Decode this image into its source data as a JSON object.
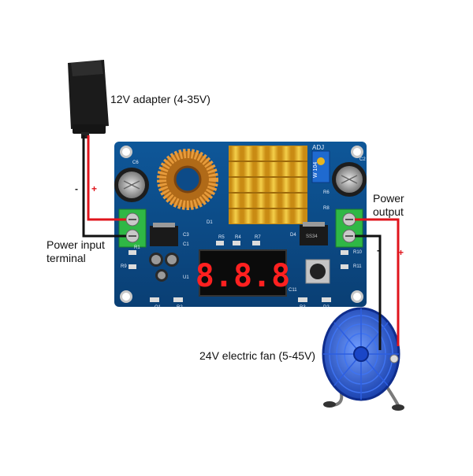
{
  "labels": {
    "adapter": "12V adapter (4-35V)",
    "input_line1": "Power input",
    "input_line2": "terminal",
    "output_line1": "Power",
    "output_line2": "output",
    "fan": "24V electric fan (5-45V)"
  },
  "polarity": {
    "input_minus": "-",
    "input_plus": "+",
    "output_minus": "-",
    "output_plus": "+"
  },
  "board_text": {
    "adj": "ADJ",
    "pot_code": "W 104",
    "c6": "C6",
    "c2": "C2",
    "d1": "D1",
    "d4": "D4",
    "c1": "C1",
    "c3": "C3",
    "c11": "C11",
    "r5": "R5",
    "r4": "R4",
    "r7": "R7",
    "r6": "R6",
    "r8": "R8",
    "r9": "R9",
    "r10": "R10",
    "r11": "R11",
    "r1": "R1",
    "r2": "R2",
    "r3": "R3",
    "q1": "Q1",
    "u1": "U1",
    "d2": "D2",
    "ind_code": "SS34",
    "display": "8.8.8"
  },
  "colors": {
    "pcb": "#0c4a86",
    "wire_red": "#e0141c",
    "wire_black": "#111111",
    "terminal_green": "#2fb845",
    "heatsink_gold": "#e3b12a",
    "segment_red": "#ff2020",
    "fan_blue": "#1f4fd6"
  }
}
